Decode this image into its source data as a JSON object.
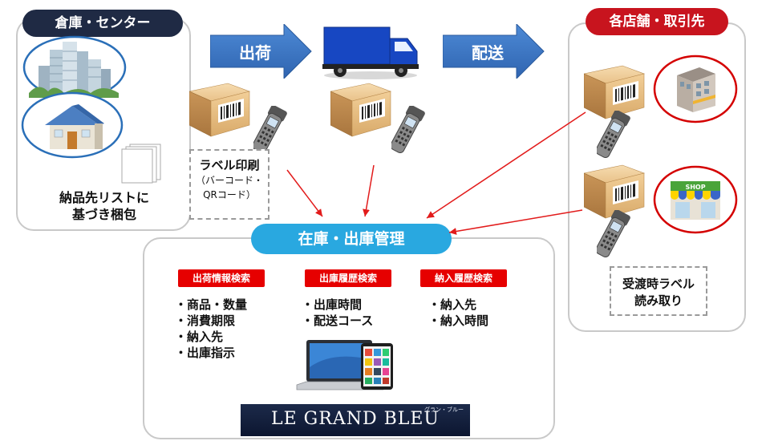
{
  "warehouse": {
    "title": "倉庫・センター",
    "caption_line1": "納品先リストに",
    "caption_line2": "基づき梱包"
  },
  "flow": {
    "ship_label": "出荷",
    "deliver_label": "配送"
  },
  "label_print": {
    "line1": "ラベル印刷",
    "line2": "（バーコード・",
    "line3": "QRコード）"
  },
  "stores": {
    "title": "各店舗・取引先",
    "read_line1": "受渡時ラベル",
    "read_line2": "読み取り",
    "shop_sign": "SHOP"
  },
  "management": {
    "title": "在庫・出庫管理",
    "sections": [
      {
        "tag": "出荷情報検索",
        "items": [
          "・商品・数量",
          "・消費期限",
          "・納入先",
          "・出庫指示"
        ]
      },
      {
        "tag": "出庫履歴検索",
        "items": [
          "・出庫時間",
          "・配送コース"
        ]
      },
      {
        "tag": "納入履歴検索",
        "items": [
          "・納入先",
          "・納入時間"
        ]
      }
    ]
  },
  "brand": {
    "name": "LE GRAND BLEU",
    "kana": "グラン・ブルー"
  },
  "colors": {
    "navy": "#1f2a44",
    "red": "#c8141e",
    "sky": "#29a8e0",
    "arrow_blue": "#3c78c8",
    "tag_red": "#e60000"
  }
}
